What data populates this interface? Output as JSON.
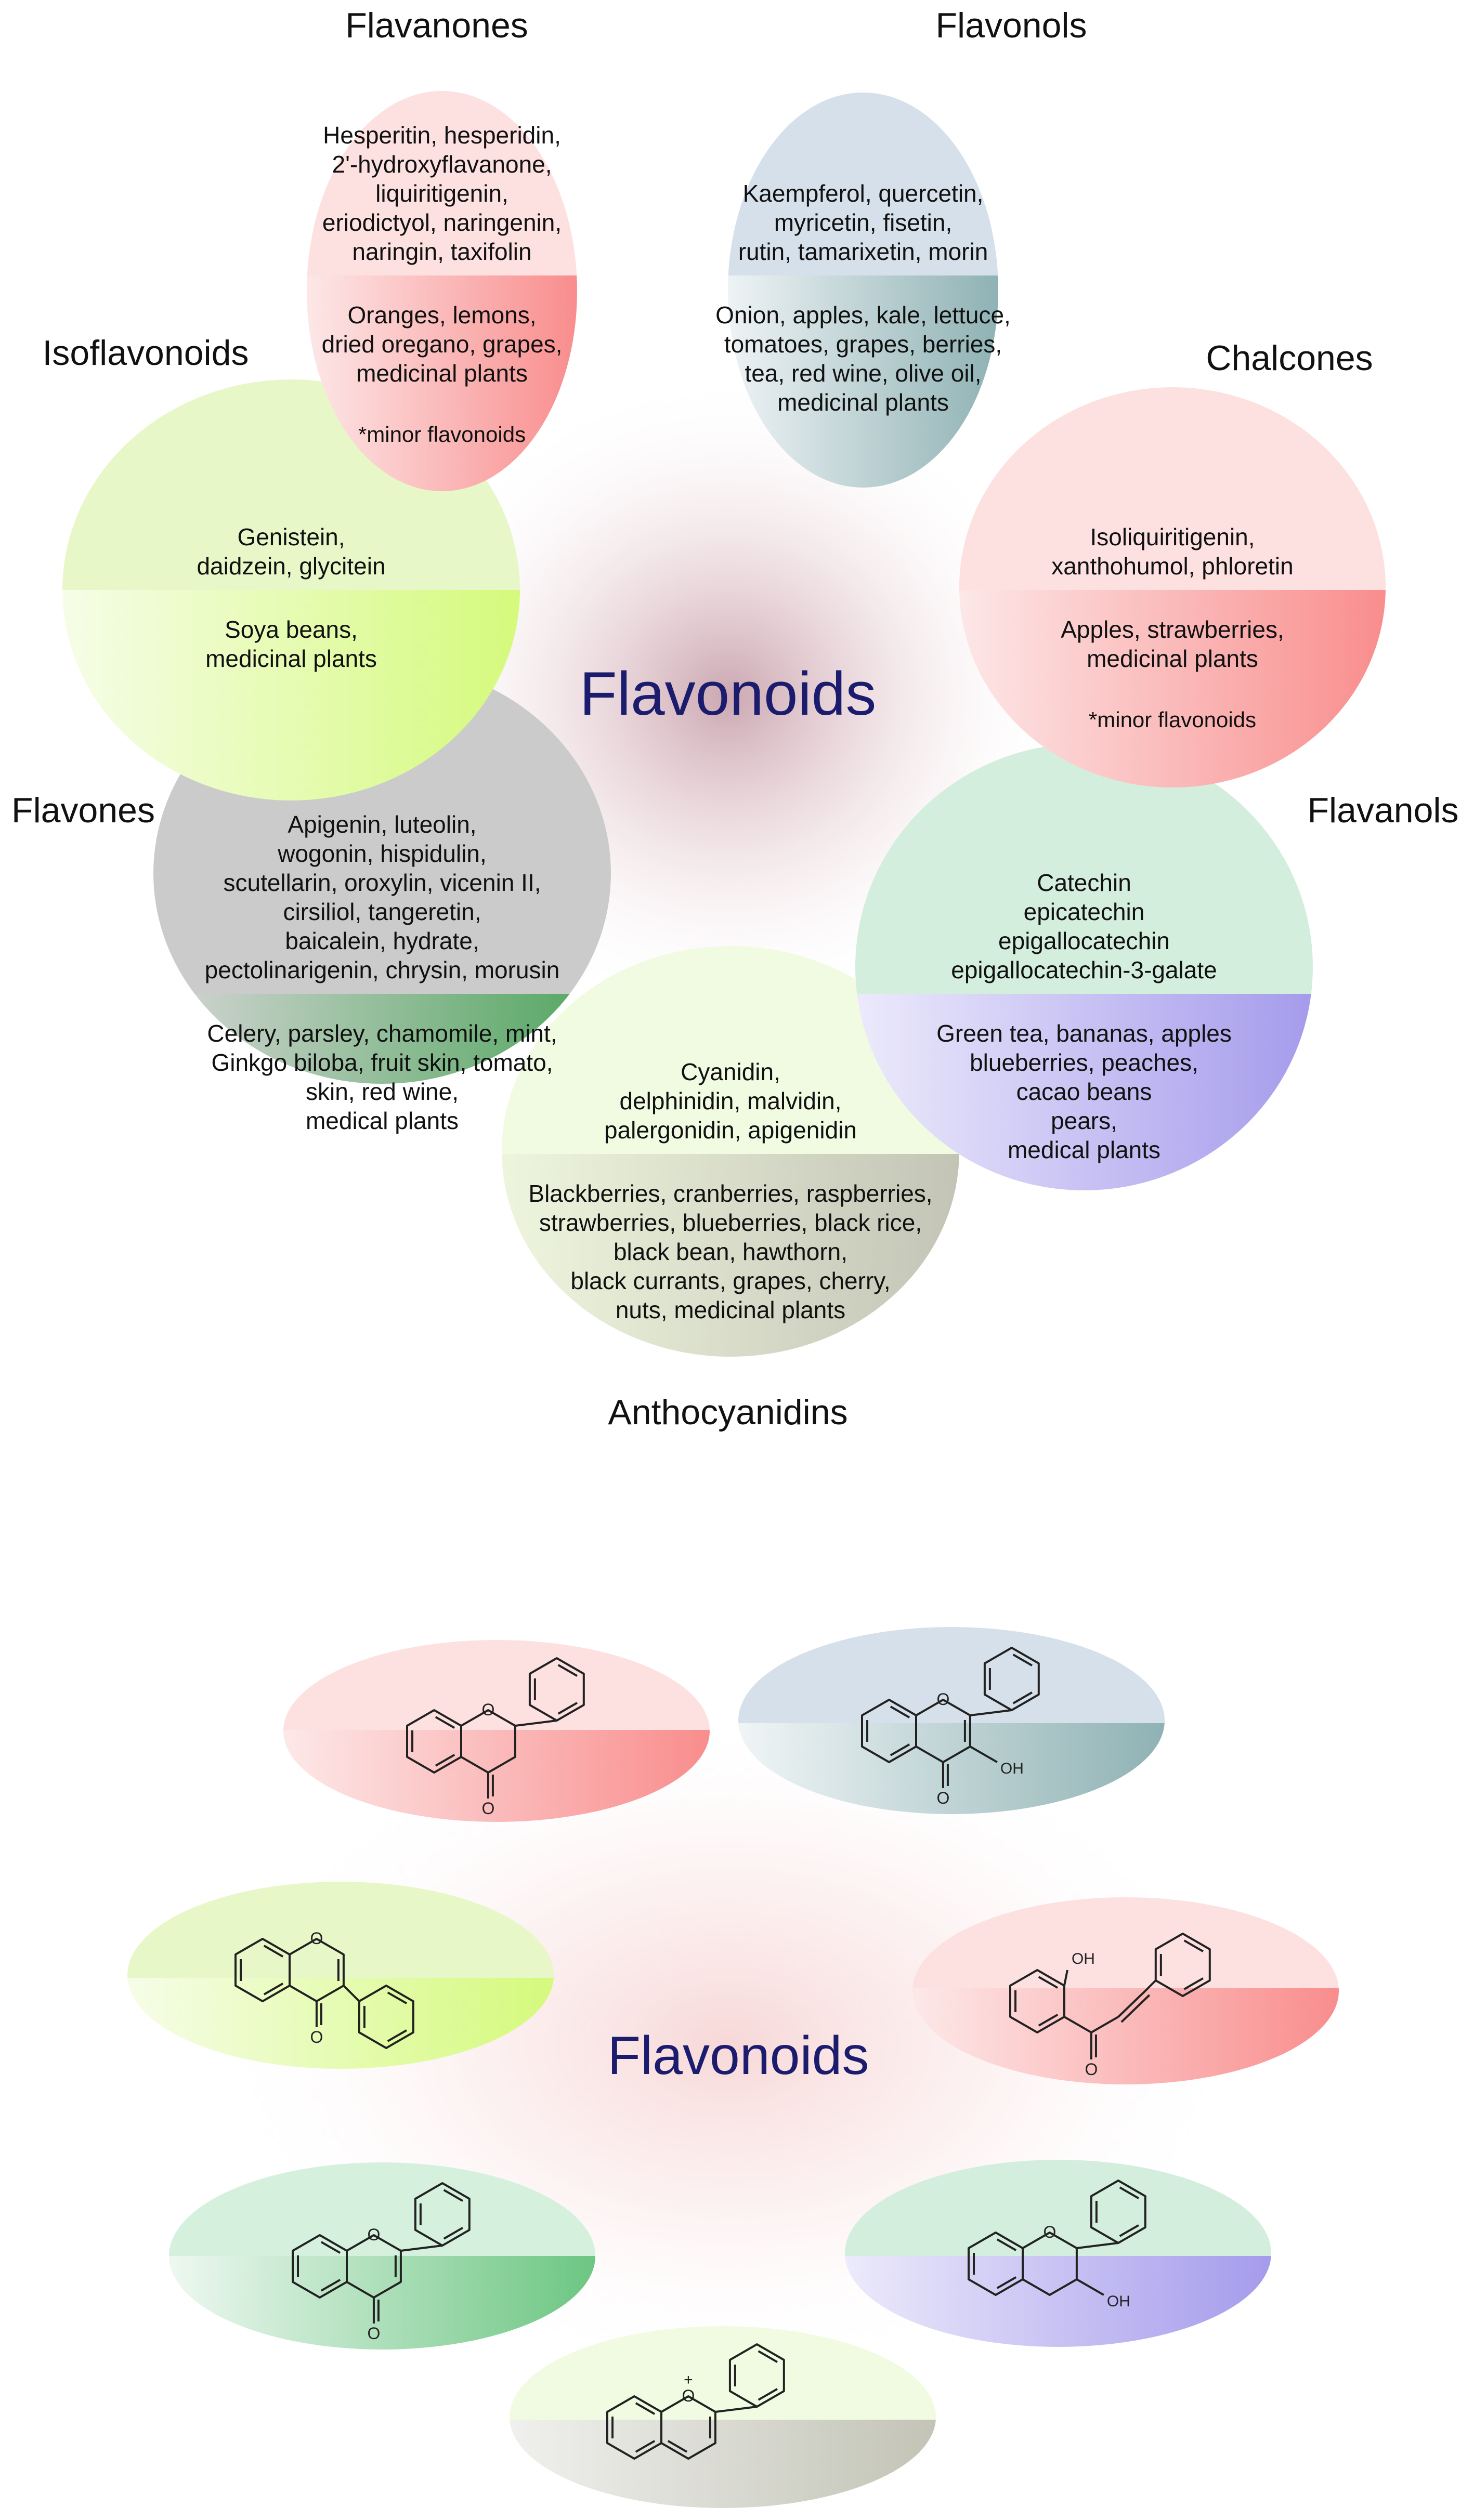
{
  "colors": {
    "title": "#1c1c6e",
    "text": "#111111",
    "glow_top": "#c9a3ad",
    "glow_bottom": "#f7d6d6"
  },
  "top": {
    "title": "Flavonoids",
    "classes": [
      {
        "key": "flavanones",
        "name": "Flavanones",
        "compounds": [
          "Hesperitin, hesperidin,",
          "2'-hydroxyflavanone,",
          "liquiritigenin,",
          "eriodictyol, naringenin,",
          "naringin, taxifolin"
        ],
        "sources": [
          "Oranges, lemons,",
          "dried oregano, grapes,",
          "medicinal plants"
        ],
        "note": "*minor flavonoids",
        "top_color": "#fde0e0",
        "bottom_light": "#fde7e7",
        "bottom_dark": "#f98d8d"
      },
      {
        "key": "flavonols",
        "name": "Flavonols",
        "compounds": [
          "Kaempferol, quercetin,",
          "myricetin, fisetin,",
          "rutin, tamarixetin, morin"
        ],
        "sources": [
          "Onion, apples, kale, lettuce,",
          "tomatoes, grapes, berries,",
          "tea, red wine, olive oil,",
          "medicinal plants"
        ],
        "note": "",
        "top_color": "#d6e0ea",
        "bottom_light": "#eef3f5",
        "bottom_dark": "#8fb2b4"
      },
      {
        "key": "chalcones",
        "name": "Chalcones",
        "compounds": [
          "Isoliquiritigenin,",
          "xanthohumol, phloretin"
        ],
        "sources": [
          "Apples, strawberries,",
          "medicinal plants"
        ],
        "note": "*minor flavonoids",
        "top_color": "#fde0e0",
        "bottom_light": "#fde7e7",
        "bottom_dark": "#f98d8d"
      },
      {
        "key": "isoflavonoids",
        "name": "Isoflavonoids",
        "compounds": [
          "Genistein,",
          "daidzein, glycitein"
        ],
        "sources": [
          "Soya beans,",
          "medicinal plants"
        ],
        "note": "",
        "top_color": "#e8f7c8",
        "bottom_light": "#f6fde8",
        "bottom_dark": "#d5fa7c"
      },
      {
        "key": "flavones",
        "name": "Flavones",
        "compounds": [
          "Apigenin, luteolin,",
          "wogonin, hispidulin,",
          "scutellarin, oroxylin, vicenin II,",
          "cirsiliol, tangeretin,",
          "baicalein, hydrate,",
          "pectolinarigenin, chrysin, morusin"
        ],
        "sources": [
          "Celery, parsley, chamomile, mint,",
          "Ginkgo biloba, fruit skin, tomato,",
          "skin, red wine,",
          "medical plants"
        ],
        "note": "",
        "top_color": "#cbcbcb",
        "bottom_light": "#d6d6d6",
        "bottom_dark": "#4fa55d"
      },
      {
        "key": "flavanols",
        "name": "Flavanols",
        "compounds": [
          "Catechin",
          "epicatechin",
          "epigallocatechin",
          "epigallocatechin-3-galate"
        ],
        "sources": [
          "Green tea, bananas, apples",
          "blueberries, peaches,",
          "cacao beans",
          "pears,",
          "medical plants"
        ],
        "note": "",
        "top_color": "#d3eedd",
        "bottom_light": "#eceafb",
        "bottom_dark": "#a59bec"
      },
      {
        "key": "anthocyanidins",
        "name": "Anthocyanidins",
        "compounds": [
          "Cyanidin,",
          "delphinidin, malvidin,",
          "palergonidin, apigenidin"
        ],
        "sources": [
          "Blackberries, cranberries, raspberries,",
          "strawberries, blueberries, black rice,",
          "black bean, hawthorn,",
          "black currants, grapes, cherry,",
          "nuts, medicinal plants"
        ],
        "note": "",
        "top_color": "#f1fbe1",
        "bottom_light": "#eef5dd",
        "bottom_dark": "#c3c4b6"
      }
    ]
  },
  "bottom": {
    "title": "Flavonoids",
    "structures": [
      {
        "key": "flavanone",
        "oxo": "O",
        "hydroxy": "",
        "cation": "",
        "top_color": "#fde0e0",
        "bottom_light": "#fde8e8",
        "bottom_dark": "#f98d8d"
      },
      {
        "key": "flavonol",
        "oxo": "O",
        "hydroxy": "OH",
        "cation": "",
        "top_color": "#d6e0ea",
        "bottom_light": "#f0f5f6",
        "bottom_dark": "#8fb2b4"
      },
      {
        "key": "isoflavone",
        "oxo": "O",
        "hydroxy": "",
        "cation": "",
        "top_color": "#e8f7c8",
        "bottom_light": "#f6fde8",
        "bottom_dark": "#d5fa7c"
      },
      {
        "key": "chalcone",
        "oxo": "O",
        "hydroxy": "OH",
        "cation": "",
        "top_color": "#fde0e0",
        "bottom_light": "#fde8e8",
        "bottom_dark": "#f98d8d"
      },
      {
        "key": "flavone",
        "oxo": "O",
        "hydroxy": "",
        "cation": "",
        "top_color": "#d5f1de",
        "bottom_light": "#eef8f1",
        "bottom_dark": "#6cc682"
      },
      {
        "key": "flavanol",
        "oxo": "",
        "hydroxy": "OH",
        "cation": "",
        "top_color": "#d3eedd",
        "bottom_light": "#eceafb",
        "bottom_dark": "#a59bec"
      },
      {
        "key": "anthocyanidin",
        "oxo": "",
        "hydroxy": "",
        "cation": "+",
        "top_color": "#f1fbe1",
        "bottom_light": "#f0f0ee",
        "bottom_dark": "#c3c4b6"
      }
    ]
  }
}
